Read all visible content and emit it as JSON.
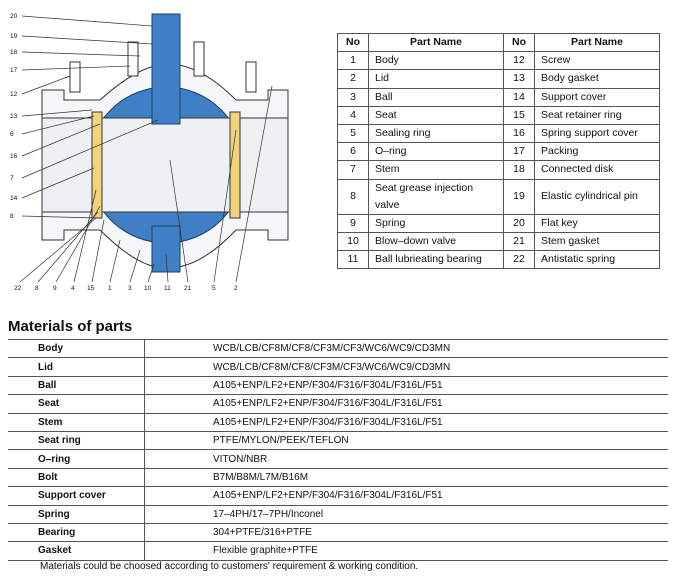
{
  "diagram": {
    "callouts_left": [
      "20",
      "19",
      "18",
      "17",
      "12",
      "13",
      "6",
      "16",
      "7",
      "14",
      "8"
    ],
    "callouts_bottom": [
      "22",
      "8",
      "9",
      "4",
      "15",
      "1",
      "3",
      "10",
      "11",
      "21",
      "5",
      "2"
    ]
  },
  "parts_table": {
    "headers": [
      "No",
      "Part Name",
      "No",
      "Part Name"
    ],
    "rows": [
      [
        "1",
        "Body",
        "12",
        "Screw"
      ],
      [
        "2",
        "Lid",
        "13",
        "Body gasket"
      ],
      [
        "3",
        "Ball",
        "14",
        "Support cover"
      ],
      [
        "4",
        "Seat",
        "15",
        "Seat retainer ring"
      ],
      [
        "5",
        "Sealing ring",
        "16",
        "Spring support cover"
      ],
      [
        "6",
        "O–ring",
        "17",
        "Packing"
      ],
      [
        "7",
        "Stem",
        "18",
        "Connected disk"
      ],
      [
        "8",
        "Seat grease injection valve",
        "19",
        "Elastic cylindrical pin"
      ],
      [
        "9",
        "Spring",
        "20",
        "Flat key"
      ],
      [
        "10",
        "Blow–down valve",
        "21",
        "Stem gasket"
      ],
      [
        "11",
        "Ball lubrieating bearing",
        "22",
        "Antistatic spring"
      ]
    ]
  },
  "materials": {
    "title": "Materials of parts",
    "rows": [
      [
        "Body",
        "WCB/LCB/CF8M/CF8/CF3M/CF3/WC6/WC9/CD3MN"
      ],
      [
        "Lid",
        "WCB/LCB/CF8M/CF8/CF3M/CF3/WC6/WC9/CD3MN"
      ],
      [
        "Ball",
        "A105+ENP/LF2+ENP/F304/F316/F304L/F316L/F51"
      ],
      [
        "Seat",
        "A105+ENP/LF2+ENP/F304/F316/F304L/F316L/F51"
      ],
      [
        "Stem",
        "A105+ENP/LF2+ENP/F304/F316/F304L/F316L/F51"
      ],
      [
        "Seat ring",
        "PTFE/MYLON/PEEK/TEFLON"
      ],
      [
        "O–ring",
        "VITON/NBR"
      ],
      [
        "Bolt",
        "B7M/B8M/L7M/B16M"
      ],
      [
        "Support cover",
        "A105+ENP/LF2+ENP/F304/F316/F304L/F316L/F51"
      ],
      [
        "Spring",
        "17–4PH/17–7PH/Inconel"
      ],
      [
        "Bearing",
        "304+PTFE/316+PTFE"
      ],
      [
        "Gasket",
        "Flexible  graphite+PTFE"
      ]
    ],
    "note": "Materials could be choosed according to customers' requirement & working condition."
  }
}
